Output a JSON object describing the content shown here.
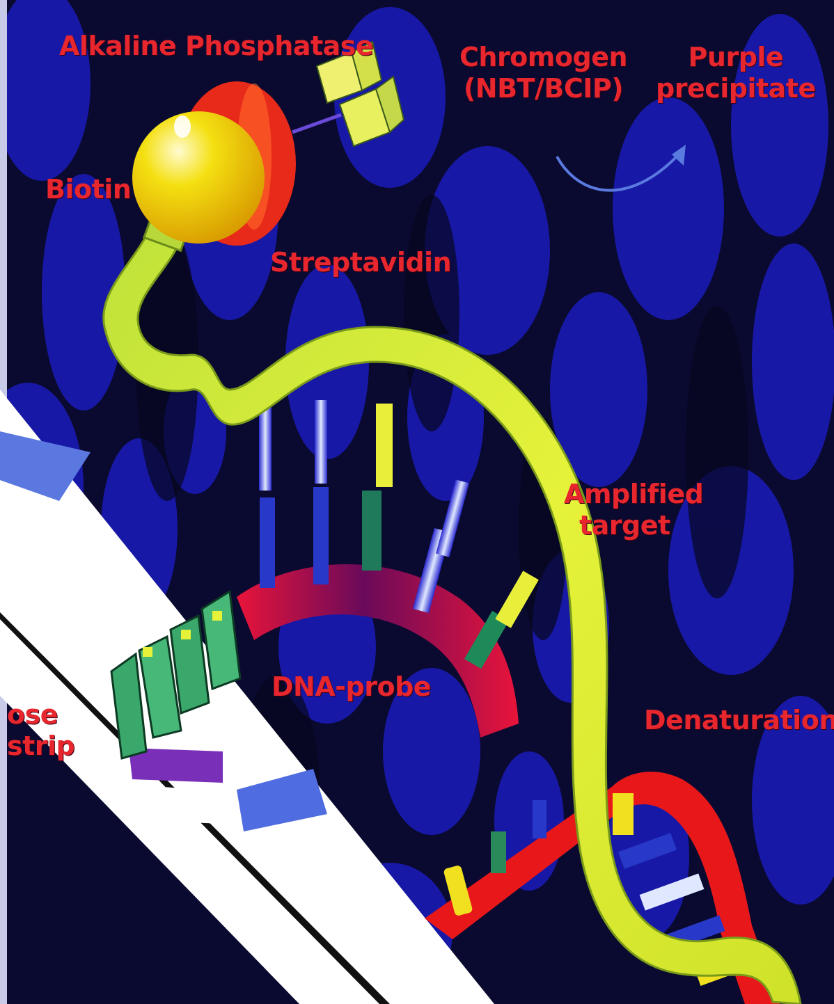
{
  "labels": {
    "alkaline_phosphatase": "Alkaline Phosphatase",
    "chromogen_line1": "Chromogen",
    "chromogen_line2": "(NBT/BCIP)",
    "purple_line1": "Purple",
    "purple_line2": "precipitate",
    "biotin": "Biotin",
    "streptavidin": "Streptavidin",
    "amplified_line1": "Amplified",
    "amplified_line2": "target",
    "dna_probe": "DNA-probe",
    "nitrocellulose_line1": "ose",
    "nitrocellulose_line2": "strip",
    "denaturation": "Denaturation"
  },
  "colors": {
    "background": "#1a1ab0",
    "label": "#e8262e",
    "target_strand": "#d8ea2c",
    "probe_strand": "#e81a2a",
    "biotin_ball": "#f4e012",
    "strip": "#ffffff",
    "strip_band_blue": "#4f6ce0",
    "strip_band_purple": "#7a2fb8",
    "base_teal": "#1e8a5a"
  }
}
